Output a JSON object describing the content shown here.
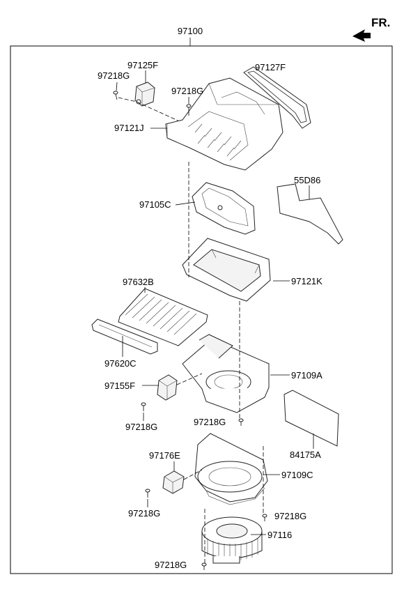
{
  "assembly_number": "97100",
  "direction_label": "FR.",
  "labels": {
    "p97125F": "97125F",
    "p97218G_a": "97218G",
    "p97218G_b": "97218G",
    "p97127F": "97127F",
    "p97121J": "97121J",
    "p55D86": "55D86",
    "p97105C": "97105C",
    "p97121K": "97121K",
    "p97632B": "97632B",
    "p97620C": "97620C",
    "p97109A": "97109A",
    "p97155F": "97155F",
    "p97218G_c": "97218G",
    "p97218G_d": "97218G",
    "p84175A": "84175A",
    "p97176E": "97176E",
    "p97109C": "97109C",
    "p97218G_e": "97218G",
    "p97218G_f": "97218G",
    "p97116": "97116",
    "p97218G_g": "97218G"
  }
}
